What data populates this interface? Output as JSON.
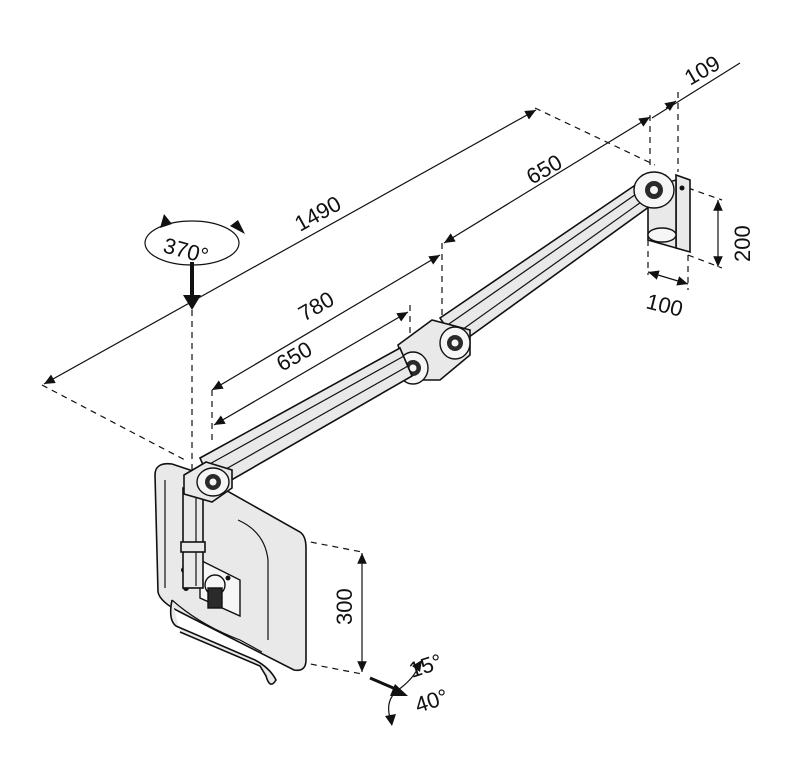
{
  "dimensions": {
    "total_reach": "1490",
    "upper_arm": "650",
    "lower_arm_outer": "780",
    "lower_arm_inner": "650",
    "wall_offset": "109",
    "bracket_height": "200",
    "bracket_depth": "100",
    "monitor_height": "300",
    "rotation": "370°",
    "tilt_up": "15°",
    "tilt_down": "40°"
  },
  "colors": {
    "line": "#111111",
    "part_fill": "#e9e9e9",
    "highlight": "#f6f6f6"
  }
}
